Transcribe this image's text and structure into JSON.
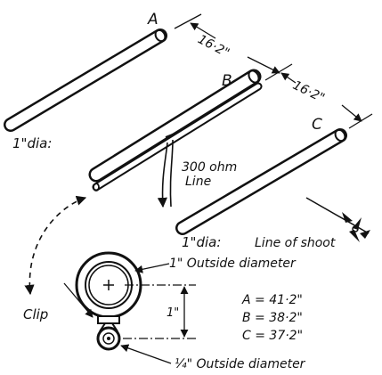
{
  "labels": {
    "element_a": "A",
    "element_b": "B",
    "element_c": "C",
    "spacing_ab": "16·2\"",
    "spacing_bc": "16·2\"",
    "dia_a": "1\"dia:",
    "dia_c": "1\"dia:",
    "feed_line_1": "300 ohm",
    "feed_line_2": "Line",
    "line_of_shoot": "Line of shoot",
    "clip": "Clip",
    "outer_diameter": "1\" Outside diameter",
    "inner_diameter": "¼\" Outside diameter",
    "separation": "1\"",
    "length_a": "A = 41·2\"",
    "length_b": "B = 38·2\"",
    "length_c": "C = 37·2\""
  },
  "colors": {
    "ink": "#111111",
    "paper": "#ffffff"
  }
}
